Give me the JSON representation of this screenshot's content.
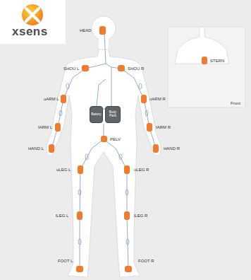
{
  "diagram": {
    "nodes": [
      {
        "text": [
          "Battery"
        ]
      },
      {
        "text": [
          "Body Pack"
        ]
      }
    ],
    "edges": [
      {
        "from": 0,
        "to": 1,
        "arrow": "none"
      }
    ],
    "labels": [
      "xsens",
      "HEAD",
      "SHOU L",
      "SHOU R",
      "uARM L",
      "uARM R",
      "fARM L",
      "fARM R",
      "HAND L",
      "HAND R",
      "PELV",
      "uLEG L",
      "uLEG R",
      "lLEG L",
      "lLEG R",
      "FOOT L",
      "FOOT R",
      "STERN",
      "Front"
    ]
  }
}
